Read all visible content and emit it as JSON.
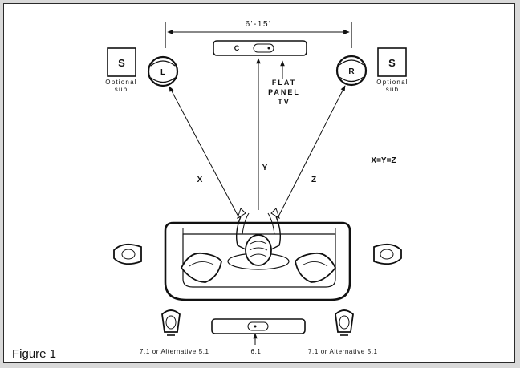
{
  "diagram": {
    "width_label": "6'-15'",
    "center_label": "C",
    "tv_label": [
      "FLAT",
      "PANEL",
      "TV"
    ],
    "subwoofer_label": "S",
    "optional_sub": [
      "Optional",
      "sub"
    ],
    "left_label": "L",
    "right_label": "R",
    "distance_labels": [
      "X",
      "Y",
      "Z"
    ],
    "equality": "X=Y=Z",
    "rear_caption": "7.1 or Alternative 5.1",
    "center_rear_caption": "6.1",
    "figure_label": "Figure 1"
  }
}
